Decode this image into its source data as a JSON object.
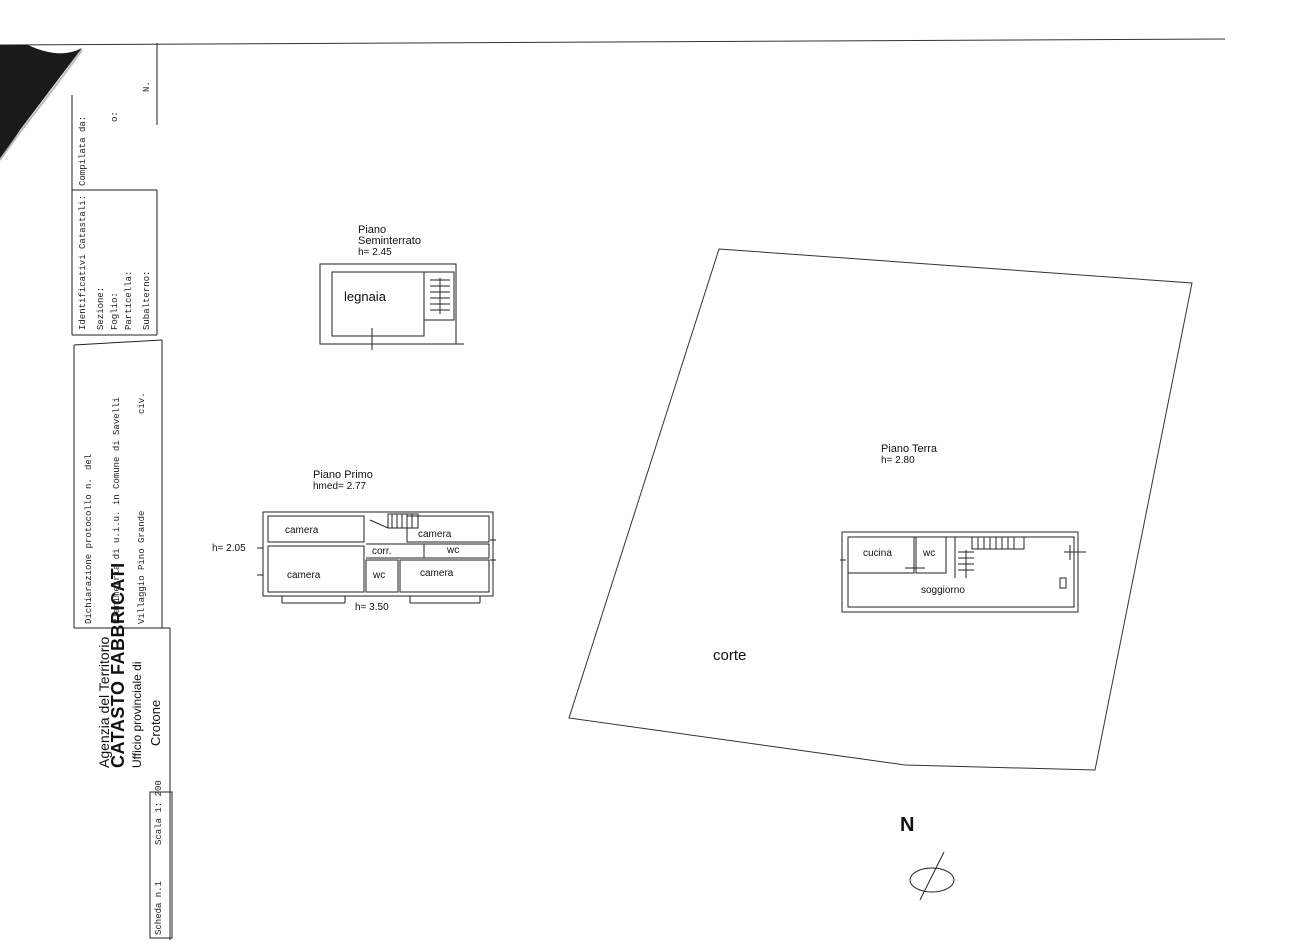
{
  "header": {
    "agency": "Agenzia del Territorio",
    "title": "CATASTO FABBRICATI",
    "office": "Ufficio provinciale di",
    "city": "Crotone"
  },
  "scheda": {
    "label": "Scheda n.1",
    "scale": "Scala 1: 200"
  },
  "declaration": {
    "line1": "Dichiarazione protocollo n.",
    "del": "del",
    "line2": "Planimetria di u.i.u. in Comune di Savelli",
    "line3": "Villaggio Pino Grande",
    "civ": "civ."
  },
  "identifiers": {
    "heading": "Identificativi Catastali:",
    "sezione": "Sezione:",
    "foglio": "Foglio:",
    "particella": "Particella:",
    "subalterno": "Subalterno:"
  },
  "compiled": {
    "label": "Compilata da:",
    "o": "o:",
    "n": "N."
  },
  "seminterrato": {
    "title1": "Piano",
    "title2": "Seminterrato",
    "height": "h= 2.45",
    "room": "legnaia"
  },
  "primo": {
    "title": "Piano Primo",
    "height": "hmed= 2.77",
    "h_left": "h= 2.05",
    "h_bottom": "h= 3.50",
    "rooms": [
      "camera",
      "camera",
      "corr.",
      "wc",
      "camera",
      "wc",
      "camera"
    ]
  },
  "terra": {
    "title": "Piano Terra",
    "height": "h= 2.80",
    "rooms": [
      "cucina",
      "wc",
      "soggiorno"
    ],
    "court": "corte"
  },
  "north": "N"
}
